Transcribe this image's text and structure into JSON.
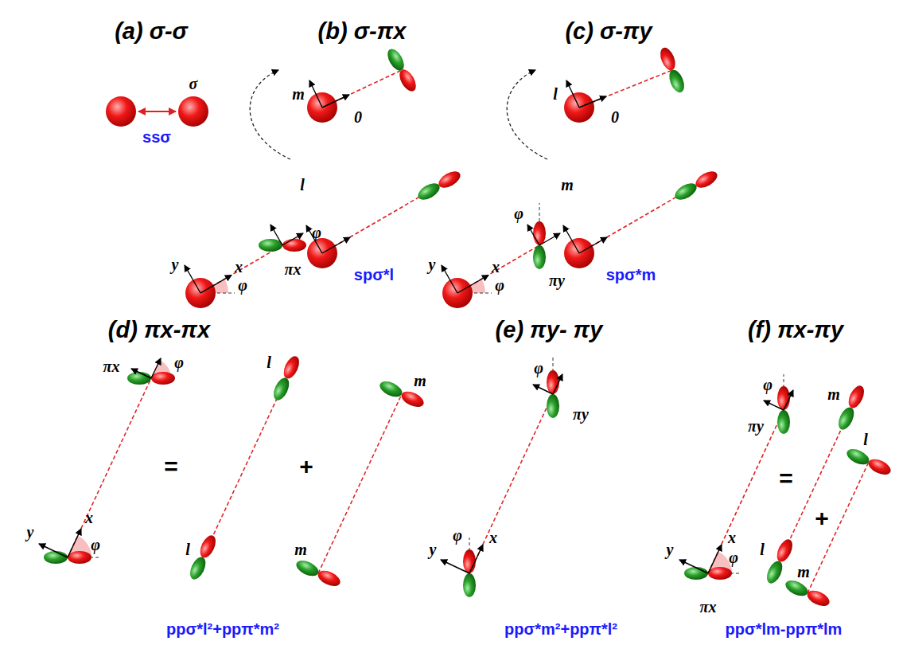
{
  "diagram": {
    "labels": [
      "(a) σ-σ",
      "σ",
      "ssσ",
      "(b) σ-πx",
      "m",
      "0",
      "l",
      "spσ*l",
      "y",
      "x",
      "φ",
      "φ",
      "πx",
      "(c) σ-πy",
      "l",
      "0",
      "m",
      "spσ*m",
      "y",
      "x",
      "φ",
      "φ",
      "πy",
      "(d) πx-πx",
      "πx",
      "φ",
      "y",
      "x",
      "φ",
      "=",
      "+",
      "l",
      "l",
      "m",
      "m",
      "ppσ*l²+ppπ*m²",
      "(e) πy- πy",
      "φ",
      "πy",
      "y",
      "x",
      "φ",
      "ppσ*m²+ppπ*l²",
      "(f) πx-πy",
      "φ",
      "πy",
      "=",
      "+",
      "m",
      "l",
      "l",
      "m",
      "y",
      "x",
      "φ",
      "πx",
      "ppσ*lm-ppπ*lm"
    ]
  }
}
